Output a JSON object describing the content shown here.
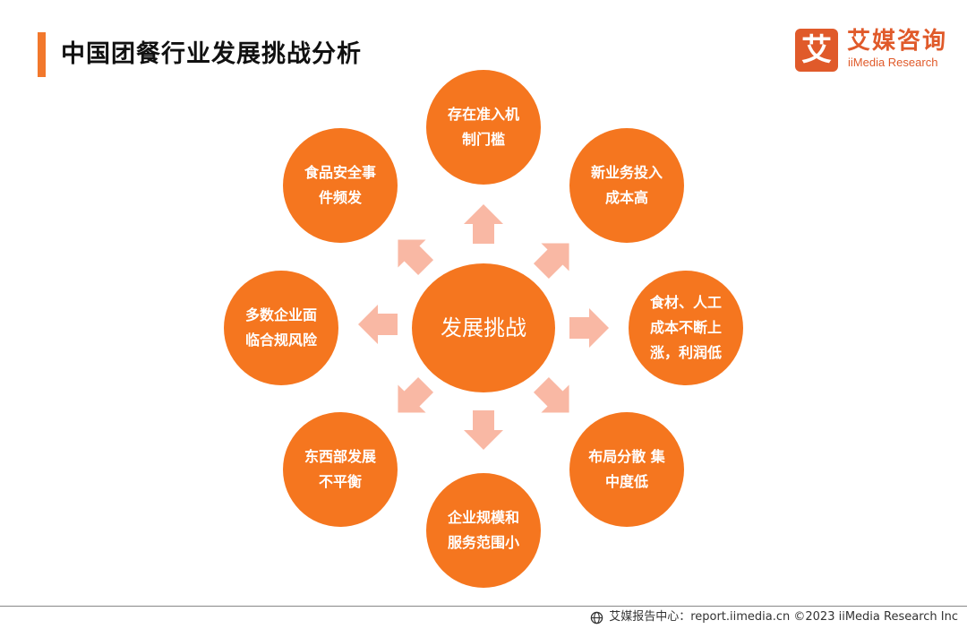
{
  "header": {
    "title": "中国团餐行业发展挑战分析"
  },
  "logo": {
    "badge_char": "艾",
    "cn_text": "艾媒咨询",
    "en_text": "iiMedia Research"
  },
  "diagram": {
    "center": "发展挑战",
    "nodes": [
      {
        "id": "top",
        "line1": "存在准入机",
        "line2": "制门槛",
        "line3": ""
      },
      {
        "id": "top-right",
        "line1": "新业务投入",
        "line2": "成本高",
        "line3": ""
      },
      {
        "id": "right",
        "line1": "食材、人工",
        "line2": "成本不断上",
        "line3": "涨，利润低"
      },
      {
        "id": "bottom-right",
        "line1": "布局分散 集",
        "line2": "中度低",
        "line3": ""
      },
      {
        "id": "bottom",
        "line1": "企业规模和",
        "line2": "服务范围小",
        "line3": ""
      },
      {
        "id": "bottom-left",
        "line1": "东西部发展",
        "line2": "不平衡",
        "line3": ""
      },
      {
        "id": "left",
        "line1": "多数企业面",
        "line2": "临合规风险",
        "line3": ""
      },
      {
        "id": "top-left",
        "line1": "食品安全事",
        "line2": "件频发",
        "line3": ""
      }
    ],
    "colors": {
      "node": "#f5761f",
      "arrow": "#f9b8a4",
      "accent": "#f2782c"
    }
  },
  "footer": {
    "icon": "globe-icon",
    "text": "艾媒报告中心：report.iimedia.cn  ©2023  iiMedia Research  Inc"
  }
}
